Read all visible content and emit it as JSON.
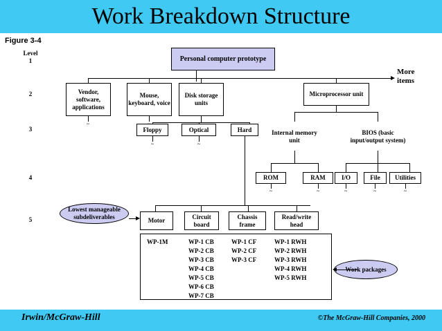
{
  "slide": {
    "title": "Work Breakdown Structure",
    "figure_label": "Figure 3-4",
    "footer_left": "Irwin/McGraw-Hill",
    "footer_right": "©The McGraw-Hill Companies, 2000",
    "band_color": "#3fc9f3",
    "node_fill": "#ccccf2",
    "more_items": "More\nitems",
    "more_items_line1": "More",
    "more_items_line2": "items",
    "tilde": "~"
  },
  "levels": [
    {
      "caption": "Level",
      "number": "1"
    },
    {
      "caption": "",
      "number": "2"
    },
    {
      "caption": "",
      "number": "3"
    },
    {
      "caption": "",
      "number": "4"
    },
    {
      "caption": "",
      "number": "5"
    }
  ],
  "nodes": {
    "root": "Personal computer prototype",
    "level2": [
      "Vendor, software, applications",
      "Mouse, keyboard, voice",
      "Disk storage units",
      "Microprocessor unit"
    ],
    "level3": [
      "Floppy",
      "Optical",
      "Hard",
      "Internal memory unit",
      "BIOS (basic input/output system)"
    ],
    "level4": [
      "ROM",
      "RAM",
      "I/O",
      "File",
      "Utilities"
    ],
    "level5": [
      "Motor",
      "Circuit board",
      "Chassis frame",
      "Read/write head"
    ]
  },
  "callouts": {
    "lowest": "Lowest manageable subdeliverables",
    "work_packages": "Work packages"
  },
  "work_packages": {
    "columns": [
      {
        "header": "WP-1M",
        "items": [
          "WP-1M"
        ]
      },
      {
        "header": "WP-1 CB",
        "items": [
          "WP-1 CB",
          "WP-2 CB",
          "WP-3 CB",
          "WP-4 CB",
          "WP-5 CB",
          "WP-6 CB",
          "WP-7 CB"
        ]
      },
      {
        "header": "WP-1 CF",
        "items": [
          "WP-1 CF",
          "WP-2 CF",
          "WP-3 CF"
        ]
      },
      {
        "header": "WP-1 RWH",
        "items": [
          "WP-1 RWH",
          "WP-2 RWH",
          "WP-3 RWH",
          "WP-4 RWH",
          "WP-5 RWH"
        ]
      }
    ],
    "col1": "WP-1M",
    "col2": "WP-1 CB\nWP-2 CB\nWP-3 CB\nWP-4 CB\nWP-5 CB\nWP-6 CB\nWP-7 CB",
    "col3": "WP-1 CF\nWP-2 CF\nWP-3 CF",
    "col4": "WP-1 RWH\nWP-2 RWH\nWP-3 RWH\nWP-4 RWH\nWP-5 RWH"
  }
}
